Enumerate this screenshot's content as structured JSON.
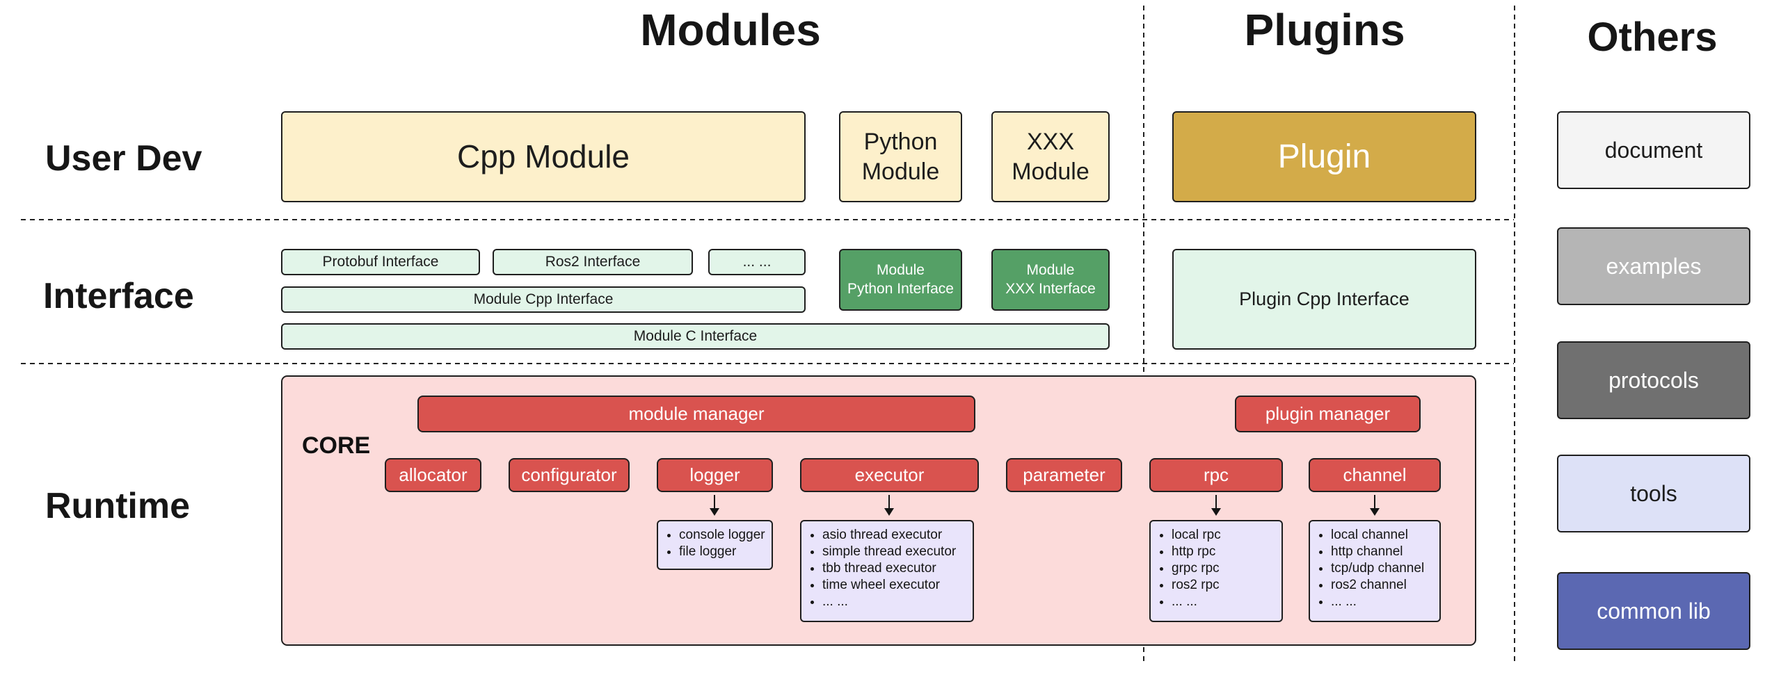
{
  "headers": {
    "modules": "Modules",
    "plugins": "Plugins",
    "others": "Others"
  },
  "rows": {
    "user_dev": "User Dev",
    "interface": "Interface",
    "runtime": "Runtime"
  },
  "user_dev": {
    "cpp_module": "Cpp Module",
    "python_module": [
      "Python",
      "Module"
    ],
    "xxx_module": [
      "XXX",
      "Module"
    ],
    "plugin": "Plugin"
  },
  "interface": {
    "protobuf": "Protobuf Interface",
    "ros2": "Ros2 Interface",
    "ellipsis": "... ...",
    "module_python": [
      "Module",
      "Python Interface"
    ],
    "module_xxx": [
      "Module",
      "XXX Interface"
    ],
    "module_cpp": "Module Cpp Interface",
    "module_c": "Module C Interface",
    "plugin_cpp": "Plugin Cpp Interface"
  },
  "core": {
    "label": "CORE",
    "module_manager": "module manager",
    "plugin_manager": "plugin manager",
    "components": [
      "allocator",
      "configurator",
      "logger",
      "executor",
      "parameter",
      "rpc",
      "channel"
    ],
    "logger_items": [
      "console logger",
      "file logger"
    ],
    "executor_items": [
      "asio thread executor",
      "simple thread executor",
      "tbb thread executor",
      "time wheel executor",
      "... ..."
    ],
    "rpc_items": [
      "local rpc",
      "http rpc",
      "grpc rpc",
      "ros2 rpc",
      "... ..."
    ],
    "channel_items": [
      "local channel",
      "http channel",
      "tcp/udp channel",
      "ros2 channel",
      "... ..."
    ]
  },
  "others": {
    "items": [
      "document",
      "examples",
      "protocols",
      "tools",
      "common lib"
    ]
  },
  "colors": {
    "cream": "#fdf0cb",
    "gold": "#d3ab49",
    "light_green": "#e2f5e9",
    "dark_green": "#55a066",
    "pink": "#fcdbda",
    "red": "#d9534f",
    "lavender": "#e9e4fb",
    "others_document": "#f4f4f4",
    "others_examples": "#b5b5b5",
    "others_protocols": "#707070",
    "others_tools": "#dde1f7",
    "others_common_lib": "#5b68b2",
    "border": "#1f1f1f"
  }
}
